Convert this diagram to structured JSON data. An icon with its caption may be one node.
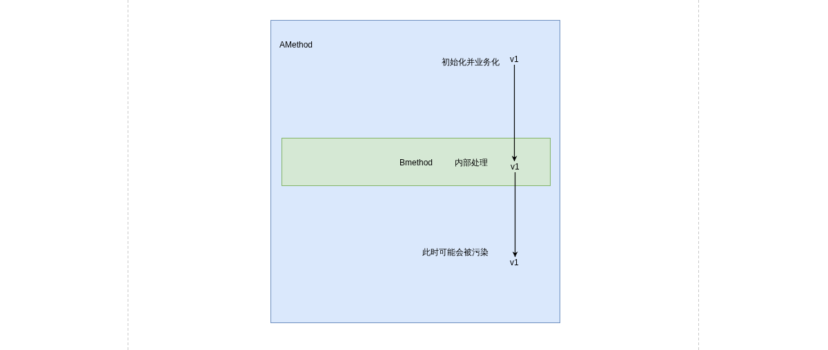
{
  "diagram": {
    "nodes": [
      {
        "text": [
          "AMethod"
        ]
      },
      {
        "text": [
          "Bmethod"
        ],
        "in": 0
      },
      {
        "text": [
          "v1"
        ],
        "in": 0,
        "beside": [
          "初始化并业务化"
        ]
      },
      {
        "text": [
          "v1"
        ],
        "in": 1,
        "beside": [
          "内部处理"
        ]
      },
      {
        "text": [
          "v1"
        ],
        "in": 0,
        "beside": [
          "此时可能会被污染"
        ]
      }
    ],
    "edges": [
      {
        "from": 2,
        "to": 3,
        "arrow": "to"
      },
      {
        "from": 3,
        "to": 4,
        "arrow": "to"
      }
    ]
  }
}
